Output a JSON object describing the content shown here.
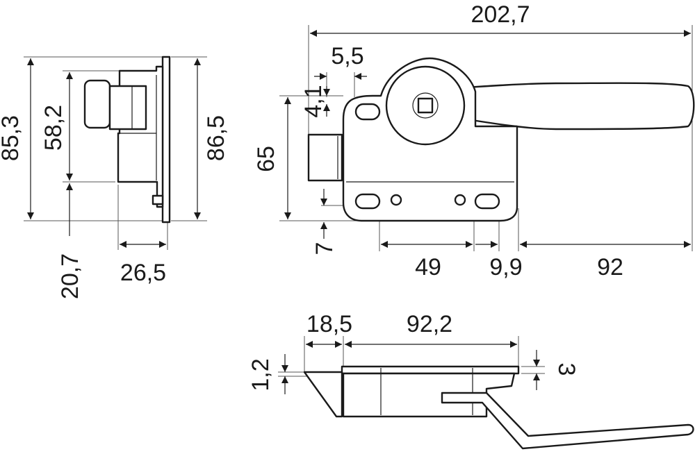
{
  "dimensions": {
    "side_total_height": "85,3",
    "side_body_height": "58,2",
    "side_plate_height": "86,5",
    "side_lower_offset": "20,7",
    "side_depth": "26,5",
    "front_total_width": "202,7",
    "front_slot_width": "5,5",
    "front_slot_height": "4,1",
    "front_height": "65",
    "front_hole_offset": "7",
    "front_hole_spacing": "49",
    "front_hole_to_edge": "9,9",
    "front_handle_length": "92",
    "bottom_bolt_length": "18,5",
    "bottom_body_length": "92,2",
    "bottom_bolt_thickness": "1,2",
    "bottom_plate_thickness": "3"
  }
}
